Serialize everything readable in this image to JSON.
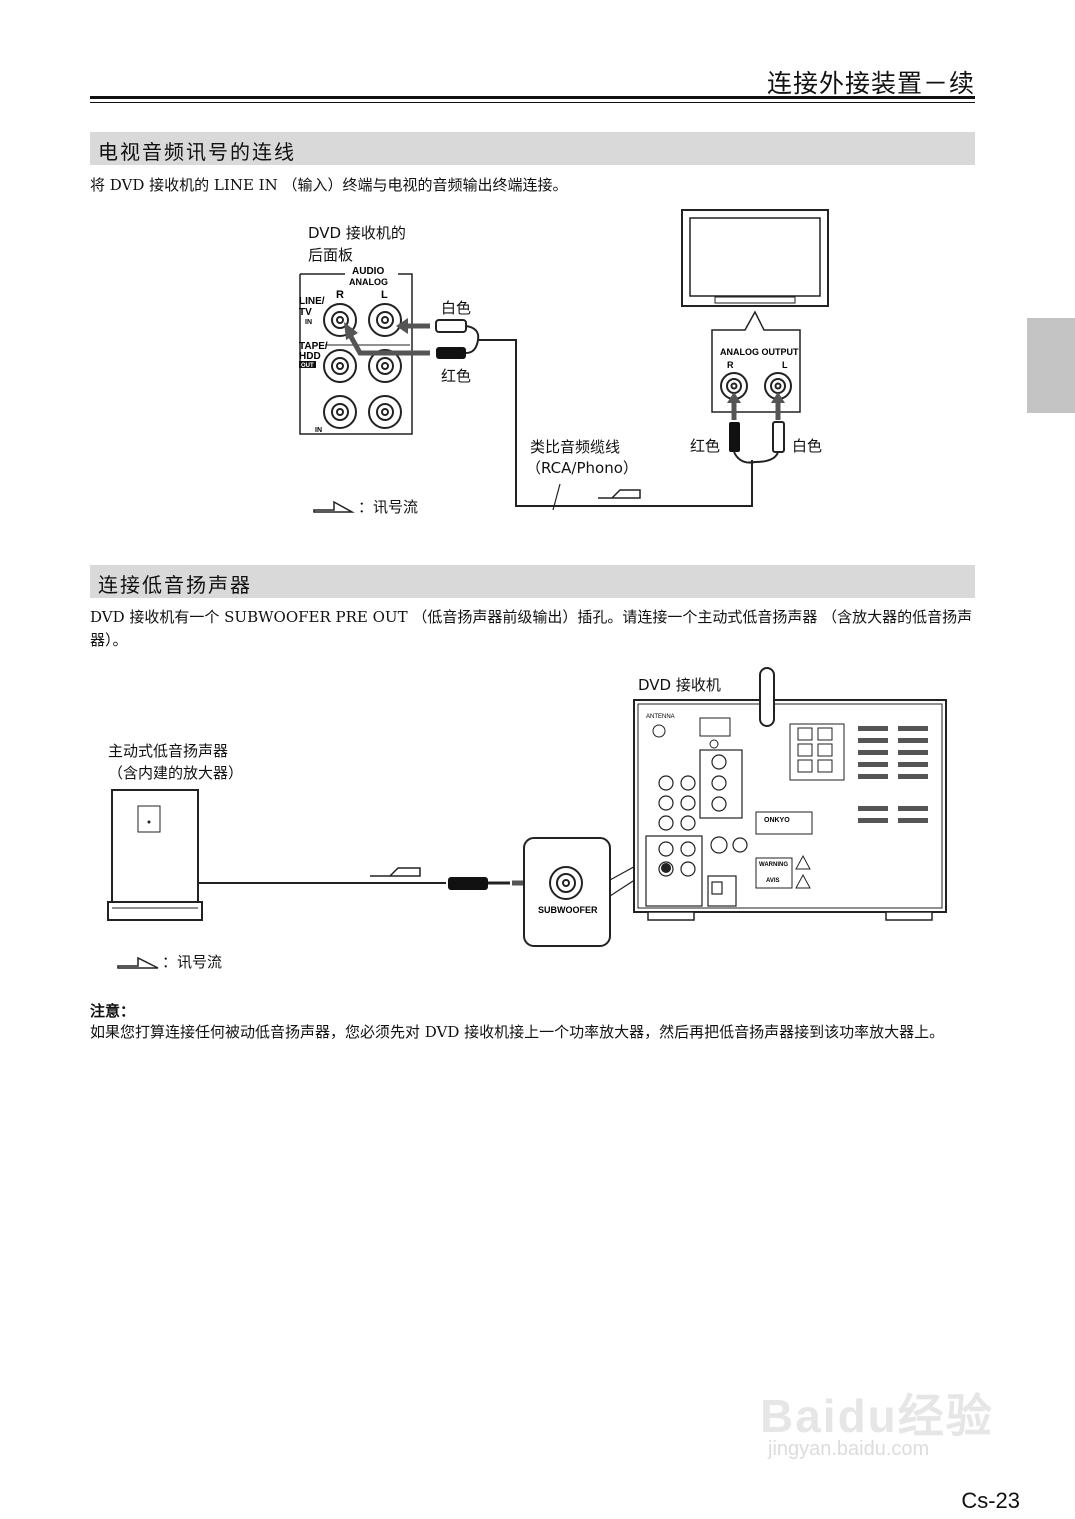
{
  "header": {
    "title": "连接外接装置－续"
  },
  "section1": {
    "title": "电视音频讯号的连线",
    "body": "将 DVD 接收机的 LINE IN （输入）终端与电视的音频输出终端连接。",
    "panel_label_1": "DVD 接收机的",
    "panel_label_2": "后面板",
    "audio": "AUDIO",
    "analog": "ANALOG",
    "r": "R",
    "l": "L",
    "line_tv": "LINE/",
    "tv": "TV",
    "in": "IN",
    "tape": "TAPE/",
    "hdd": "HDD",
    "out": "OUT",
    "in_bottom": "IN",
    "white_1": "白色",
    "red_1": "红色",
    "analog_output": "ANALOG OUTPUT",
    "red_2": "红色",
    "white_2": "白色",
    "cable_1": "类比音频缆线",
    "cable_2": "（RCA/Phono）",
    "flow_legend": "：讯号流"
  },
  "section2": {
    "title": "连接低音扬声器",
    "body": "DVD 接收机有一个 SUBWOOFER PRE OUT （低音扬声器前级输出）插孔。请连接一个主动式低音扬声器 （含放大器的低音扬声器）。",
    "receiver_label": "DVD 接收机",
    "sub_label_1": "主动式低音扬声器",
    "sub_label_2": "（含内建的放大器）",
    "subwoofer": "SUBWOOFER",
    "flow_legend": "：讯号流",
    "antenna": "ANTENNA",
    "onkyo": "ONKYO",
    "warning": "WARNING",
    "avis": "AVIS"
  },
  "note": {
    "title": "注意：",
    "body": "如果您打算连接任何被动低音扬声器，您必须先对 DVD 接收机接上一个功率放大器，然后再把低音扬声器接到该功率放大器上。"
  },
  "watermark": {
    "brand": "Baidu经验",
    "url": "jingyan.baidu.com"
  },
  "page": {
    "number": "Cs-23"
  }
}
